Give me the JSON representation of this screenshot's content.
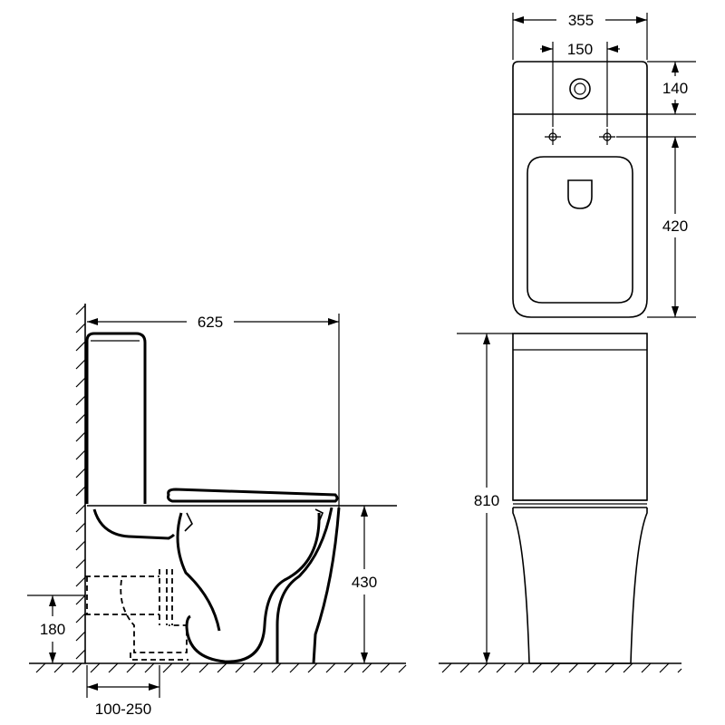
{
  "dimensions": {
    "total_width": "355",
    "fixing_spacing": "150",
    "tank_depth": "140",
    "bowl_length": "420",
    "total_depth": "625",
    "total_height": "810",
    "seat_height": "430",
    "outlet_height": "180",
    "outlet_setback": "100-250"
  }
}
